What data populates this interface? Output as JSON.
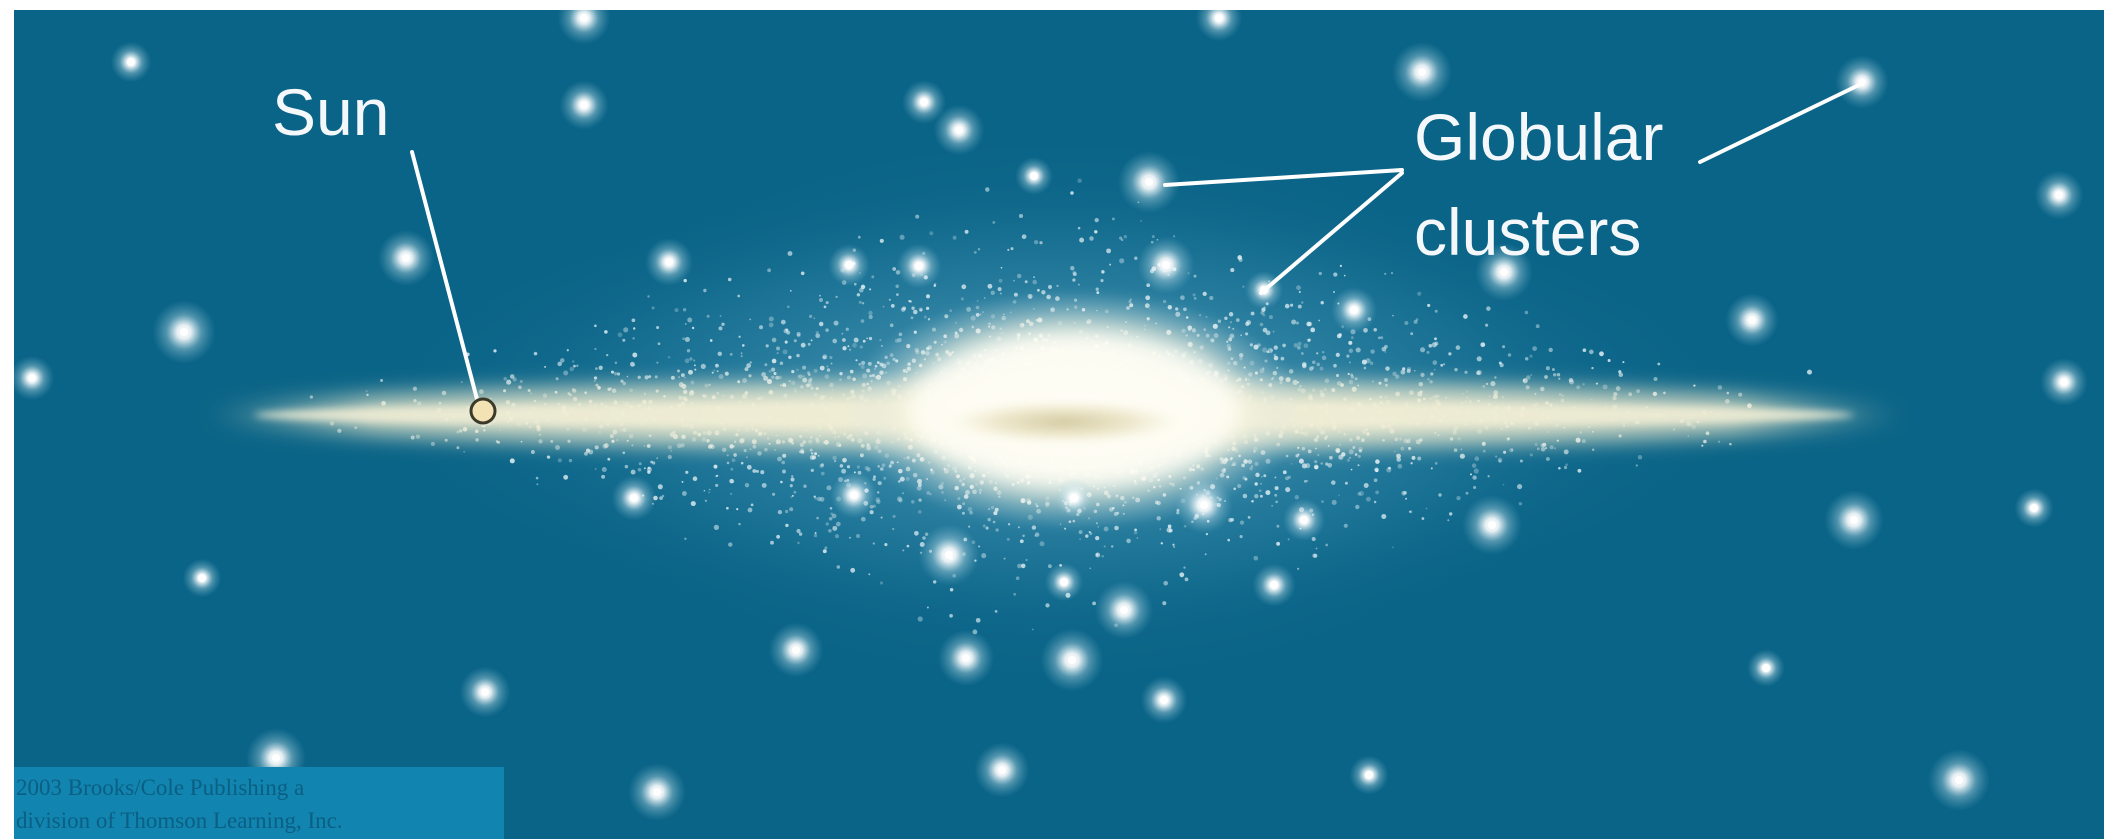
{
  "figure": {
    "background_color": "#0a6487",
    "star_color": "#ffffff",
    "disk_color": "#f0ecd2",
    "bulge_color": "#fffdf0",
    "sun_marker_color": "#f3e3b4",
    "leader_color": "#ffffff"
  },
  "labels": {
    "sun": "Sun",
    "globular_line1": "Globular",
    "globular_line2": "clusters"
  },
  "credit": {
    "line1": "2003 Brooks/Cole Publishing a",
    "line2": "division of Thomson Learning, Inc."
  }
}
